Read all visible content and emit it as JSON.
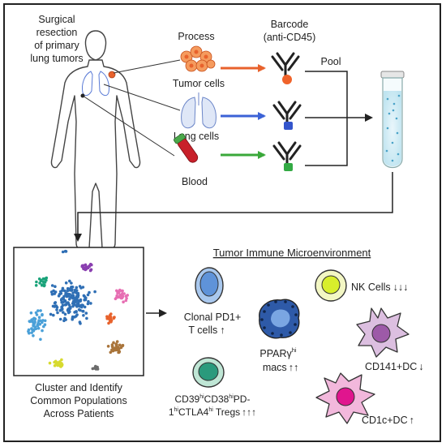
{
  "top": {
    "source_lines": [
      "Surgical",
      "resection",
      "of primary",
      "lung tumors"
    ],
    "process": "Process",
    "barcode_lines": [
      "Barcode",
      "(anti-CD45)"
    ],
    "pool": "Pool",
    "tumor_cells": "Tumor cells",
    "lung_cells": "Lung cells",
    "blood": "Blood"
  },
  "bottom": {
    "cluster_lines": [
      "Cluster and Identify",
      "Common Populations",
      "Across Patients"
    ],
    "section_title": "Tumor Immune Microenvironment",
    "populations": {
      "clonal_lines": [
        "Clonal PD1+",
        "T cells"
      ],
      "clonal_arrow": "↑",
      "ppar_main": "PPARγ",
      "ppar_sup": "hi",
      "ppar_line2": "macs",
      "ppar_arrows": "↑↑",
      "nk": "NK Cells",
      "nk_arrows": "↓↓↓",
      "cd141": "CD141+DC",
      "cd141_arrow": "↓",
      "cd1c": "CD1c+DC",
      "cd1c_arrow": "↑",
      "tregs_line1_parts": [
        "CD39",
        "hi",
        "CD38",
        "hi",
        "PD-"
      ],
      "tregs_line2_parts": [
        "1",
        "hi",
        "CTLA4",
        "hi",
        " Tregs"
      ],
      "tregs_arrows": "↑↑↑"
    }
  },
  "colors": {
    "tumor_arrow": "#e8622c",
    "lung_arrow": "#3b62d6",
    "blood_arrow": "#3aa83a",
    "tumor_tag": "#f0632a",
    "lung_tag": "#3355cc",
    "blood_tag": "#33aa44"
  }
}
